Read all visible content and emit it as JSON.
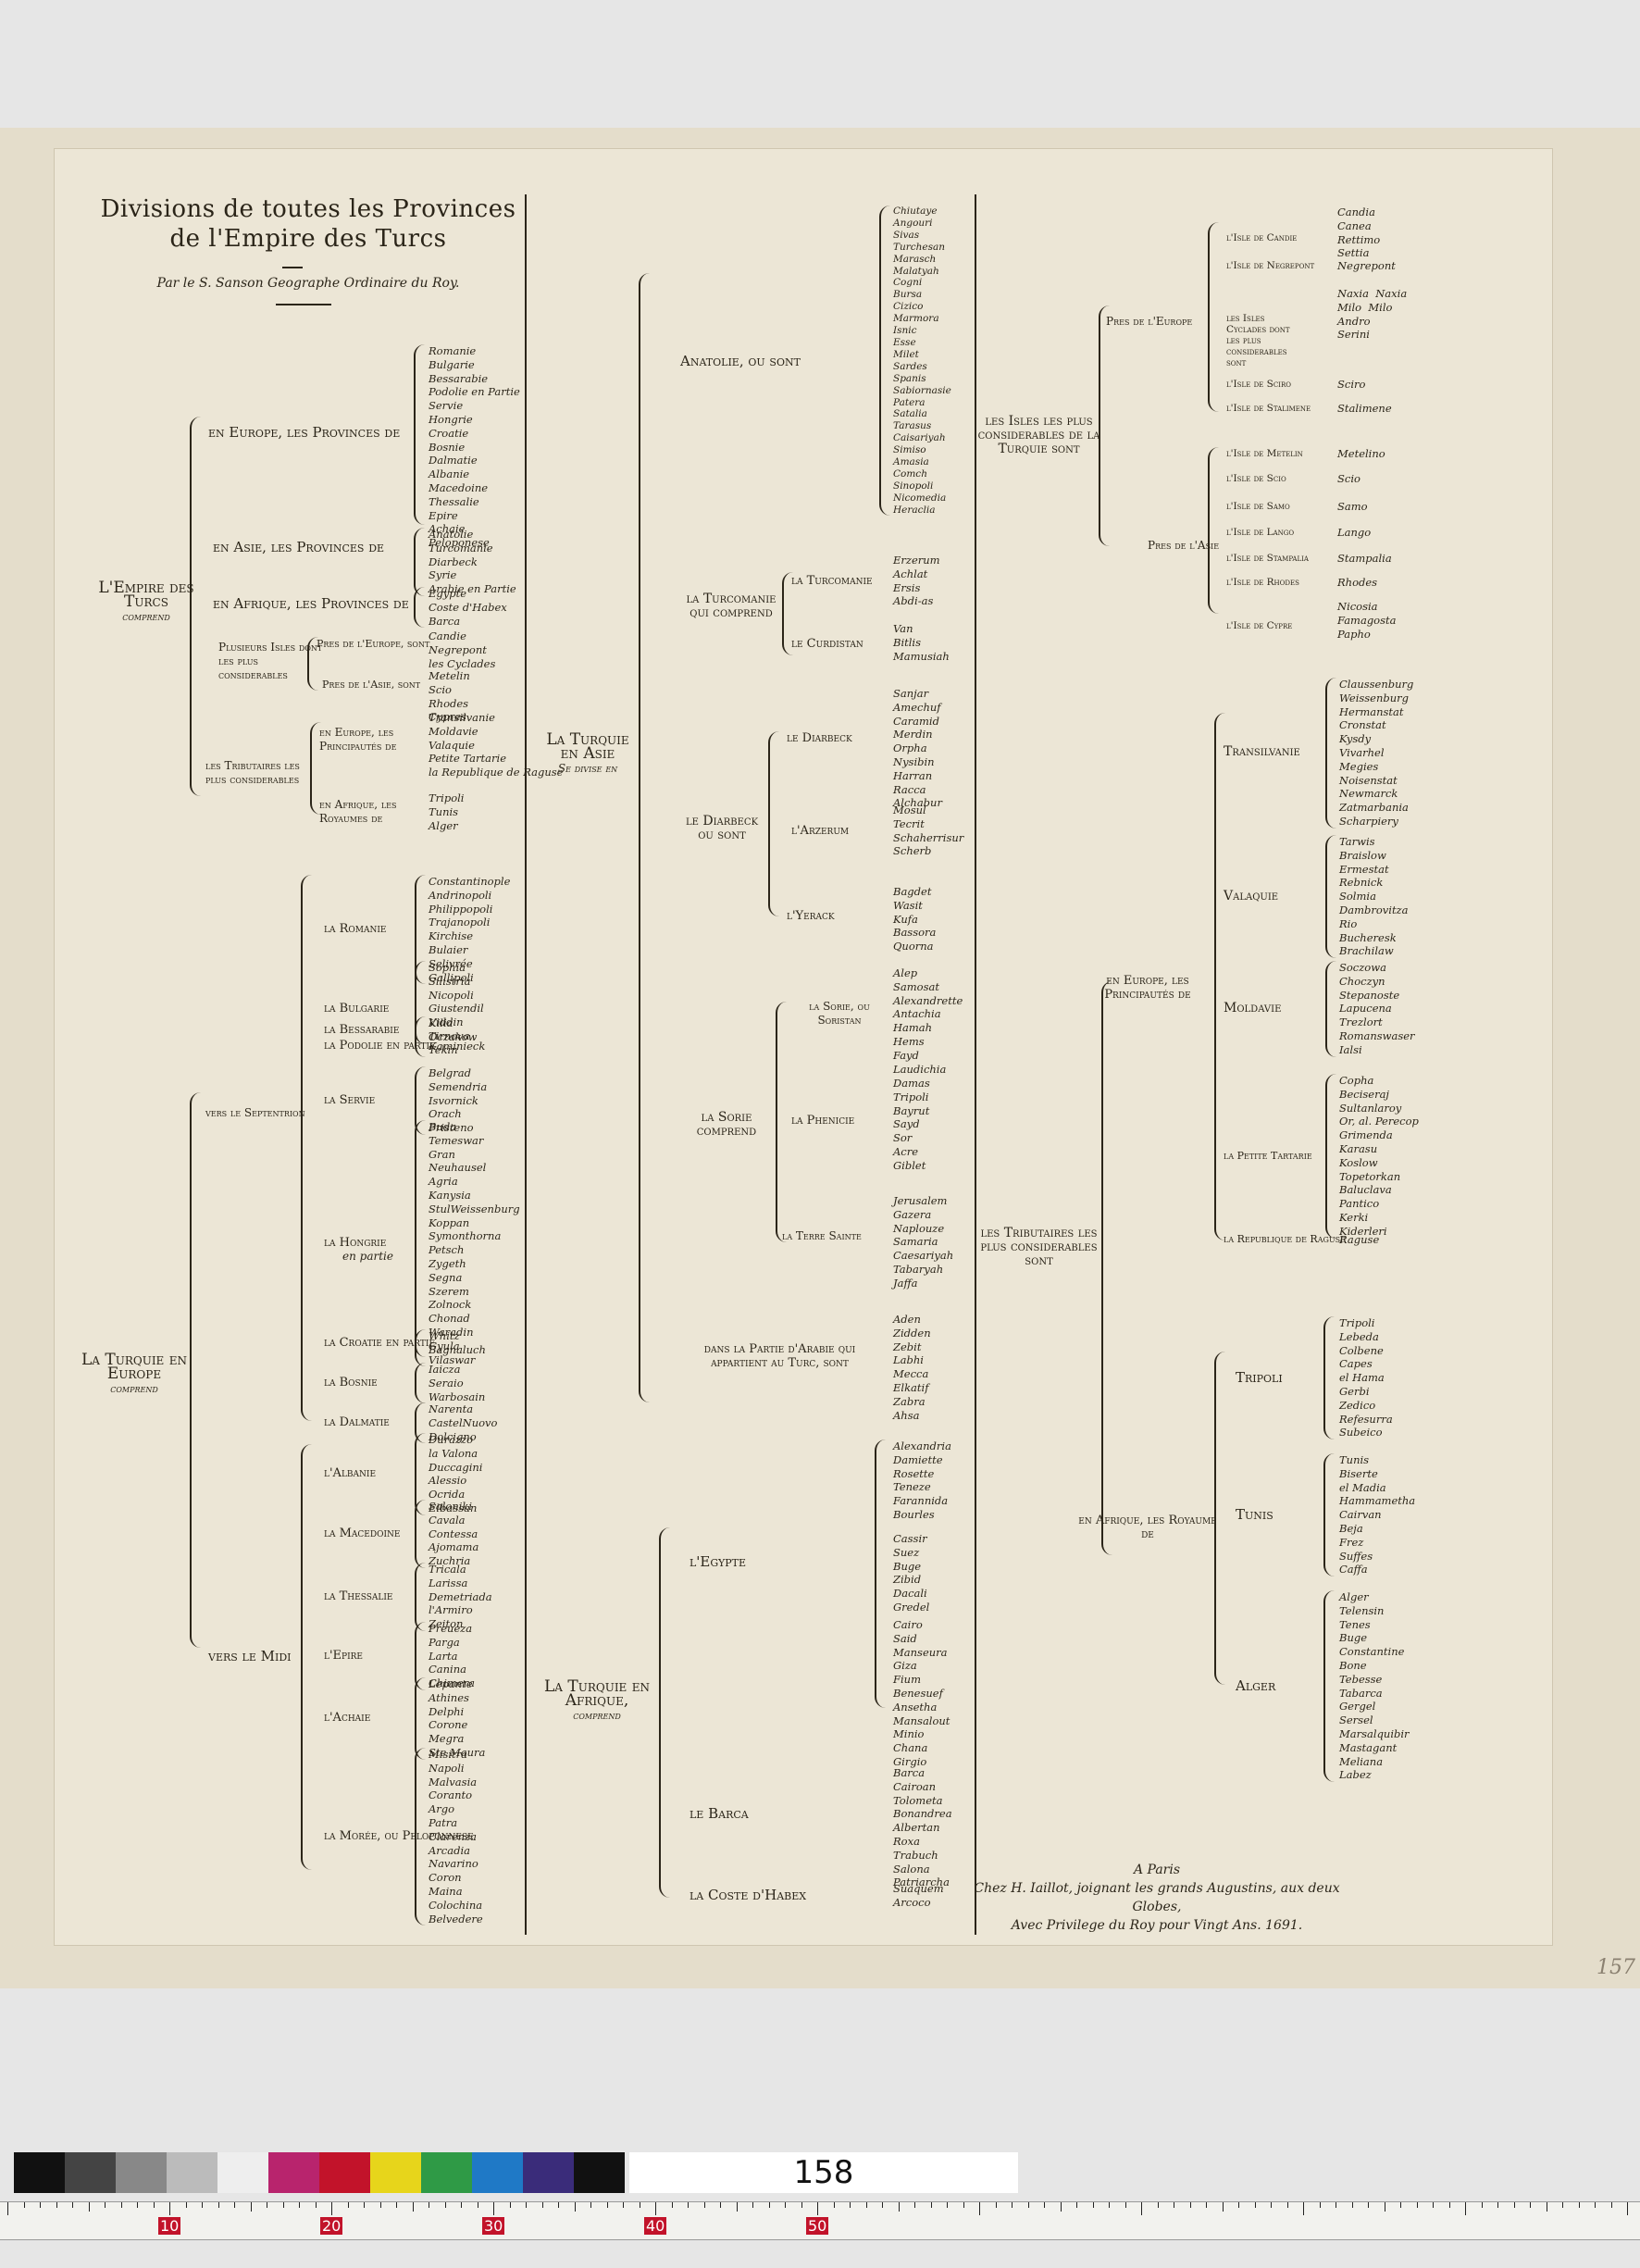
{
  "title_lines": [
    "Divisions de toutes les Provinces",
    "de l'Empire des Turcs"
  ],
  "subtitle": "Par le S. Sanson Geographe Ordinaire du Roy.",
  "col1": {
    "root1": "L'Empire des Turcs",
    "root1_sub": "comprend",
    "europe": "en Europe, les Provinces de",
    "europe_list": "Romanie\nBulgarie\nBessarabie\nPodolie en Partie\nServie\nHongrie\nCroatie\nBosnie\nDalmatie\nAlbanie\nMacedoine\nThessalie\nEpire\nAchaie\nPeloponese",
    "asie": "en Asie, les Provinces de",
    "asie_list": "Anatolie\nTurcomanie\nDiarbeck\nSyrie\nArabie en Partie",
    "afrique": "en Afrique, les Provinces de",
    "afrique_list": "Egypte\nCoste d'Habex\nBarca",
    "isles": "Plusieurs Isles dont les plus considerables",
    "isles_eur": "Pres de l'Europe, sont",
    "isles_eur_list": "Candie\nNegrepont\nles Cyclades",
    "isles_asie": "Pres de l'Asie, sont",
    "isles_asie_list": "Metelin\nScio\nRhodes\nCypres",
    "trib": "les Tributaires les plus considerables",
    "trib_eur": "en Europe, les Principautés de",
    "trib_eur_list": "Transilvanie\nMoldavie\nValaquie\nPetite Tartarie\nla Republique de Raguse",
    "trib_afr": "en Afrique, les Royaumes de",
    "trib_afr_list": "Tripoli\nTunis\nAlger",
    "root2": "La Turquie en Europe",
    "root2_sub": "comprend",
    "sept": "vers le Septentrion",
    "midi": "vers le Midi",
    "provs": [
      {
        "name": "la Romanie",
        "list": "Constantinople\nAndrinopoli\nPhilippopoli\nTrajanopoli\nKirchise\nBulaier\nSelivrée\nGallipoli"
      },
      {
        "name": "la Bulgarie",
        "list": "Sophia\nSilistria\nNicopoli\nGiustendil\nViddin\nTirnova\nTekin"
      },
      {
        "name": "la Bessarabie",
        "list": "Kilia\nOczakow"
      },
      {
        "name": "la Podolie en partie",
        "list": "Kaminieck"
      },
      {
        "name": "la Servie",
        "list": "Belgrad\nSemendria\nIsvornick\nOrach\nPristeno"
      },
      {
        "name": "la Hongrie",
        "sub": "en partie",
        "list": "Buda\nTemeswar\nGran\nNeuhausel\nAgria\nKanysia\nStulWeissenburg\nKoppan\nSymonthorna\nPetsch\nZygeth\nSegna\nSzerem\nZolnock\nChonad\nWaradin\nGyula\nVilaswar"
      },
      {
        "name": "la Croatie en partie",
        "list": "Whitz\nBagnaluch"
      },
      {
        "name": "la Bosnie",
        "list": "Iaicza\nSeraio\nWarbosain"
      },
      {
        "name": "la Dalmatie",
        "list": "Narenta\nCastelNuovo\nDolcigno"
      },
      {
        "name": "l'Albanie",
        "list": "Durazzo\nla Valona\nDuccagini\nAlessio\nOcrida\nElbassan"
      },
      {
        "name": "la Macedoine",
        "list": "Saloniki\nCavala\nContessa\nAjomama\nZuchria"
      },
      {
        "name": "la Thessalie",
        "list": "Tricala\nLarissa\nDemetriada\nl'Armiro\nZeiton"
      },
      {
        "name": "l'Epire",
        "list": "Preueza\nParga\nLarta\nCanina\nChimera"
      },
      {
        "name": "l'Achaie",
        "list": "Lepante\nAthines\nDelphi\nCorone\nMegra\nSte Maura"
      },
      {
        "name": "la Morée, ou Peloponnese",
        "list": "Misitra\nNapoli\nMalvasia\nCoranto\nArgo\nPatra\nClarenza\nArcadia\nNavarino\nCoron\nMaina\nColochina\nBelvedere"
      }
    ]
  },
  "col2": {
    "root": "La Turquie en Asie",
    "root_sub": "Se divise en",
    "anatolie": "Anatolie, ou sont",
    "anatolie_list": "Chiutaye\nAngouri\nSivas\nTurchesan\nMarasch\nMalatyah\nCogni\nBursa\nCizico\nMarmora\nIsnic\nEsse\nMilet\nSardes\nSpanis\nSabiornasie\nPatera\nSatalia\nTarasus\nCaisariyah\nSimiso\nAmasia\nComch\nSinopoli\nNicomedia\nHeraclia",
    "turco": "la Turcomanie qui comprend",
    "turco_a": "la Turcomanie",
    "turco_a_list": "Erzerum\nAchlat\nErsis\nAbdi-as",
    "turco_b": "le Curdistan",
    "turco_b_list": "Van\nBitlis\nMamusiah",
    "diar": "le Diarbeck ou sont",
    "diar_a": "le Diarbeck",
    "diar_a_list": "Sanjar\nAmechuf\nCaramid\nMerdin\nOrpha\nNysibin\nHarran\nRacca\nAlchabur",
    "diar_b": "l'Arzerum",
    "diar_b_list": "Mosul\nTecrit\nSchaherrisur\nScherb",
    "diar_c": "l'Yerack",
    "diar_c_list": "Bagdet\nWasit\nKufa\nBassora\nQuorna",
    "sorie": "la Sorie comprend",
    "sorie_a": "la Sorie, ou Soristan",
    "sorie_a_list": "Alep\nSamosat\nAlexandrette\nAntachia\nHamah\nHems\nFayd\nLaudichia",
    "sorie_b": "la Phenicie",
    "sorie_b_list": "Damas\nTripoli\nBayrut\nSayd\nSor\nAcre\nGiblet",
    "sorie_c": "la Terre Sainte",
    "sorie_c_list": "Jerusalem\nGazera\nNaplouze\nSamaria\nCaesariyah\nTabaryah\nJaffa",
    "arabie": "dans la Partie d'Arabie qui appartient au Turc, sont",
    "arabie_list": "Aden\nZidden\nZebit\nLabhi\nMecca\nElkatif\nZabra\nAhsa",
    "root_af": "La Turquie en Afrique,",
    "root_af_sub": "comprend",
    "egypte": "l'Egypte",
    "egypte_list1": "Alexandria\nDamiette\nRosette\nTeneze\nFarannida\nBourles",
    "egypte_list2": "Cassir\nSuez\nBuge\nZibid\nDacali\nGredel",
    "egypte_list3": "Cairo\nSaid\nManseura\nGiza\nFium\nBenesuef\nAnsetha\nMansalout\nMinio\nChana\nGirgio",
    "barca": "le Barca",
    "barca_list": "Barca\nCairoan\nTolometa\nBonandrea\nAlbertan\nRoxa\nTrabuch\nSalona\nPatriarcha",
    "habex": "la Coste d'Habex",
    "habex_list": "Suaquem\nArcoco"
  },
  "col3": {
    "isles_root": "les Isles les plus considerables de la Turquie sont",
    "pres_eur": "Pres de l'Europe",
    "pres_asie": "Pres de l'Asie",
    "isles": [
      {
        "name": "l'Isle de Candie",
        "list": "Candia\nCanea\nRettimo\nSettia"
      },
      {
        "name": "l'Isle de Negrepont",
        "list": "Negrepont"
      },
      {
        "name": "les Isles Cyclades dont les plus considerables sont",
        "list": "Naxia  Naxia\nMilo  Milo\nAndro\nSerini"
      },
      {
        "name": "l'Isle de Sciro",
        "list": "Sciro"
      },
      {
        "name": "l'Isle de Stalimene",
        "list": "Stalimene"
      },
      {
        "name": "l'Isle de Metelin",
        "list": "Metelino"
      },
      {
        "name": "l'Isle de Scio",
        "list": "Scio"
      },
      {
        "name": "l'Isle de Samo",
        "list": "Samo"
      },
      {
        "name": "l'Isle de Lango",
        "list": "Lango"
      },
      {
        "name": "l'Isle de Stampalia",
        "list": "Stampalia"
      },
      {
        "name": "l'Isle de Rhodes",
        "list": "Rhodes"
      },
      {
        "name": "l'Isle de Cypre",
        "list": "Nicosia\nFamagosta\nPapho"
      }
    ],
    "trib_root": "les Tributaires les plus considerables sont",
    "trib_eur": "en Europe, les Principautés de",
    "trib_afr": "en Afrique, les Royaume de",
    "prin": [
      {
        "name": "Transilvanie",
        "list": "Claussenburg\nWeissenburg\nHermanstat\nCronstat\nKysdy\nVivarhel\nMegies\nNoisenstat\nNewmarck\nZatmarbania\nScharpiery"
      },
      {
        "name": "Valaquie",
        "list": "Tarwis\nBraislow\nErmestat\nRebnick\nSolmia\nDambrovitza\nRio\nBucheresk\nBrachilaw"
      },
      {
        "name": "Moldavie",
        "list": "Soczowa\nChoczyn\nStepanoste\nLapucena\nTrezlort\nRomanswaser\nIalsi"
      },
      {
        "name": "la Petite Tartarie",
        "list": "Copha\nBeciseraj\nSultanlaroy\nOr, al. Perecop\nGrimenda\nKarasu\nKoslow\nTopetorkan\nBaluclava\nPantico\nKerki\nKiderleri"
      },
      {
        "name": "la Republique de Raguse",
        "list": "Raguse"
      }
    ],
    "roy": [
      {
        "name": "Tripoli",
        "list": "Tripoli\nLebeda\nColbene\nCapes\nel Hama\nGerbi\nZedico\nRefesurra\nSubeico"
      },
      {
        "name": "Tunis",
        "list": "Tunis\nBiserte\nel Madia\nHammametha\nCairvan\nBeja\nFrez\nSuffes\nCaffa"
      },
      {
        "name": "Alger",
        "list": "Alger\nTelensin\nTenes\nBuge\nConstantine\nBone\nTebesse\nTabarca\nGergel\nSersel\nMarsalquibir\nMastagant\nMeliana\nLabez"
      }
    ]
  },
  "imprint": [
    "A Paris",
    "Chez H. Iaillot, joignant les grands Augustins, aux deux Globes,",
    "Avec Privilege du Roy pour Vingt Ans. 1691."
  ],
  "sheet_number": "157",
  "strip_page_number": "158",
  "ruler_labels": [
    "10",
    "20",
    "30",
    "40",
    "50"
  ]
}
